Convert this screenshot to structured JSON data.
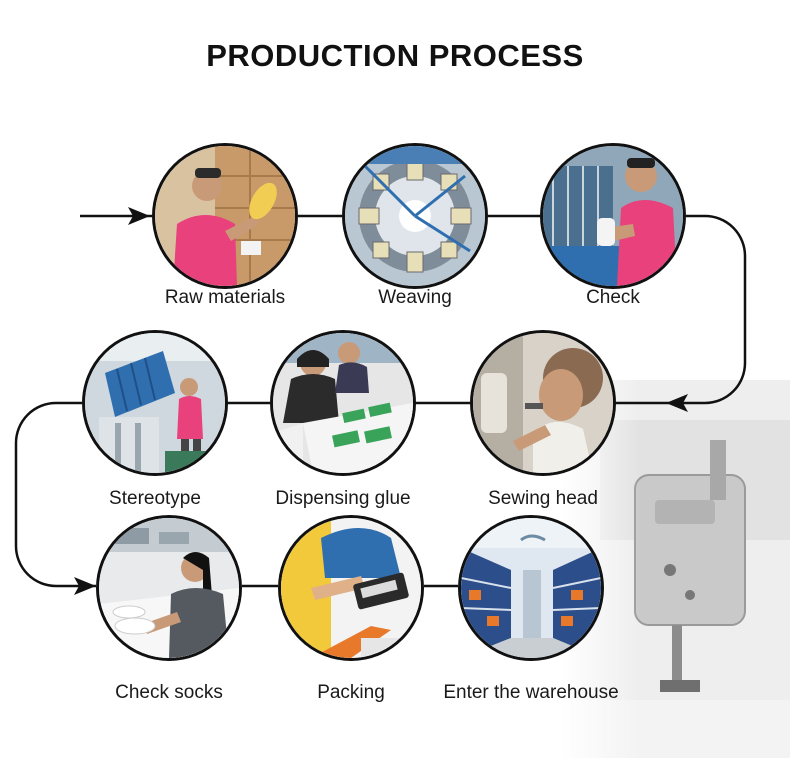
{
  "title": "PRODUCTION PROCESS",
  "steps": [
    {
      "label": "Raw materials",
      "icon": "worker-holding-yarn-icon"
    },
    {
      "label": "Weaving",
      "icon": "knitting-machine-icon"
    },
    {
      "label": "Check",
      "icon": "worker-inspecting-icon"
    },
    {
      "label": "Sewing head",
      "icon": "sewing-close-up-icon"
    },
    {
      "label": "Dispensing glue",
      "icon": "workers-at-table-icon"
    },
    {
      "label": "Stereotype",
      "icon": "sock-shaping-machine-icon"
    },
    {
      "label": "Check socks",
      "icon": "worker-checking-socks-icon"
    },
    {
      "label": "Packing",
      "icon": "packing-socks-icon"
    },
    {
      "label": "Enter the warehouse",
      "icon": "warehouse-shelves-icon"
    }
  ],
  "colors": {
    "line": "#111111",
    "text": "#1a1a1a",
    "background": "#ffffff",
    "shirt_pink": "#e8417b",
    "machine_blue": "#2f6fb0",
    "box_brown": "#c89a6a"
  }
}
